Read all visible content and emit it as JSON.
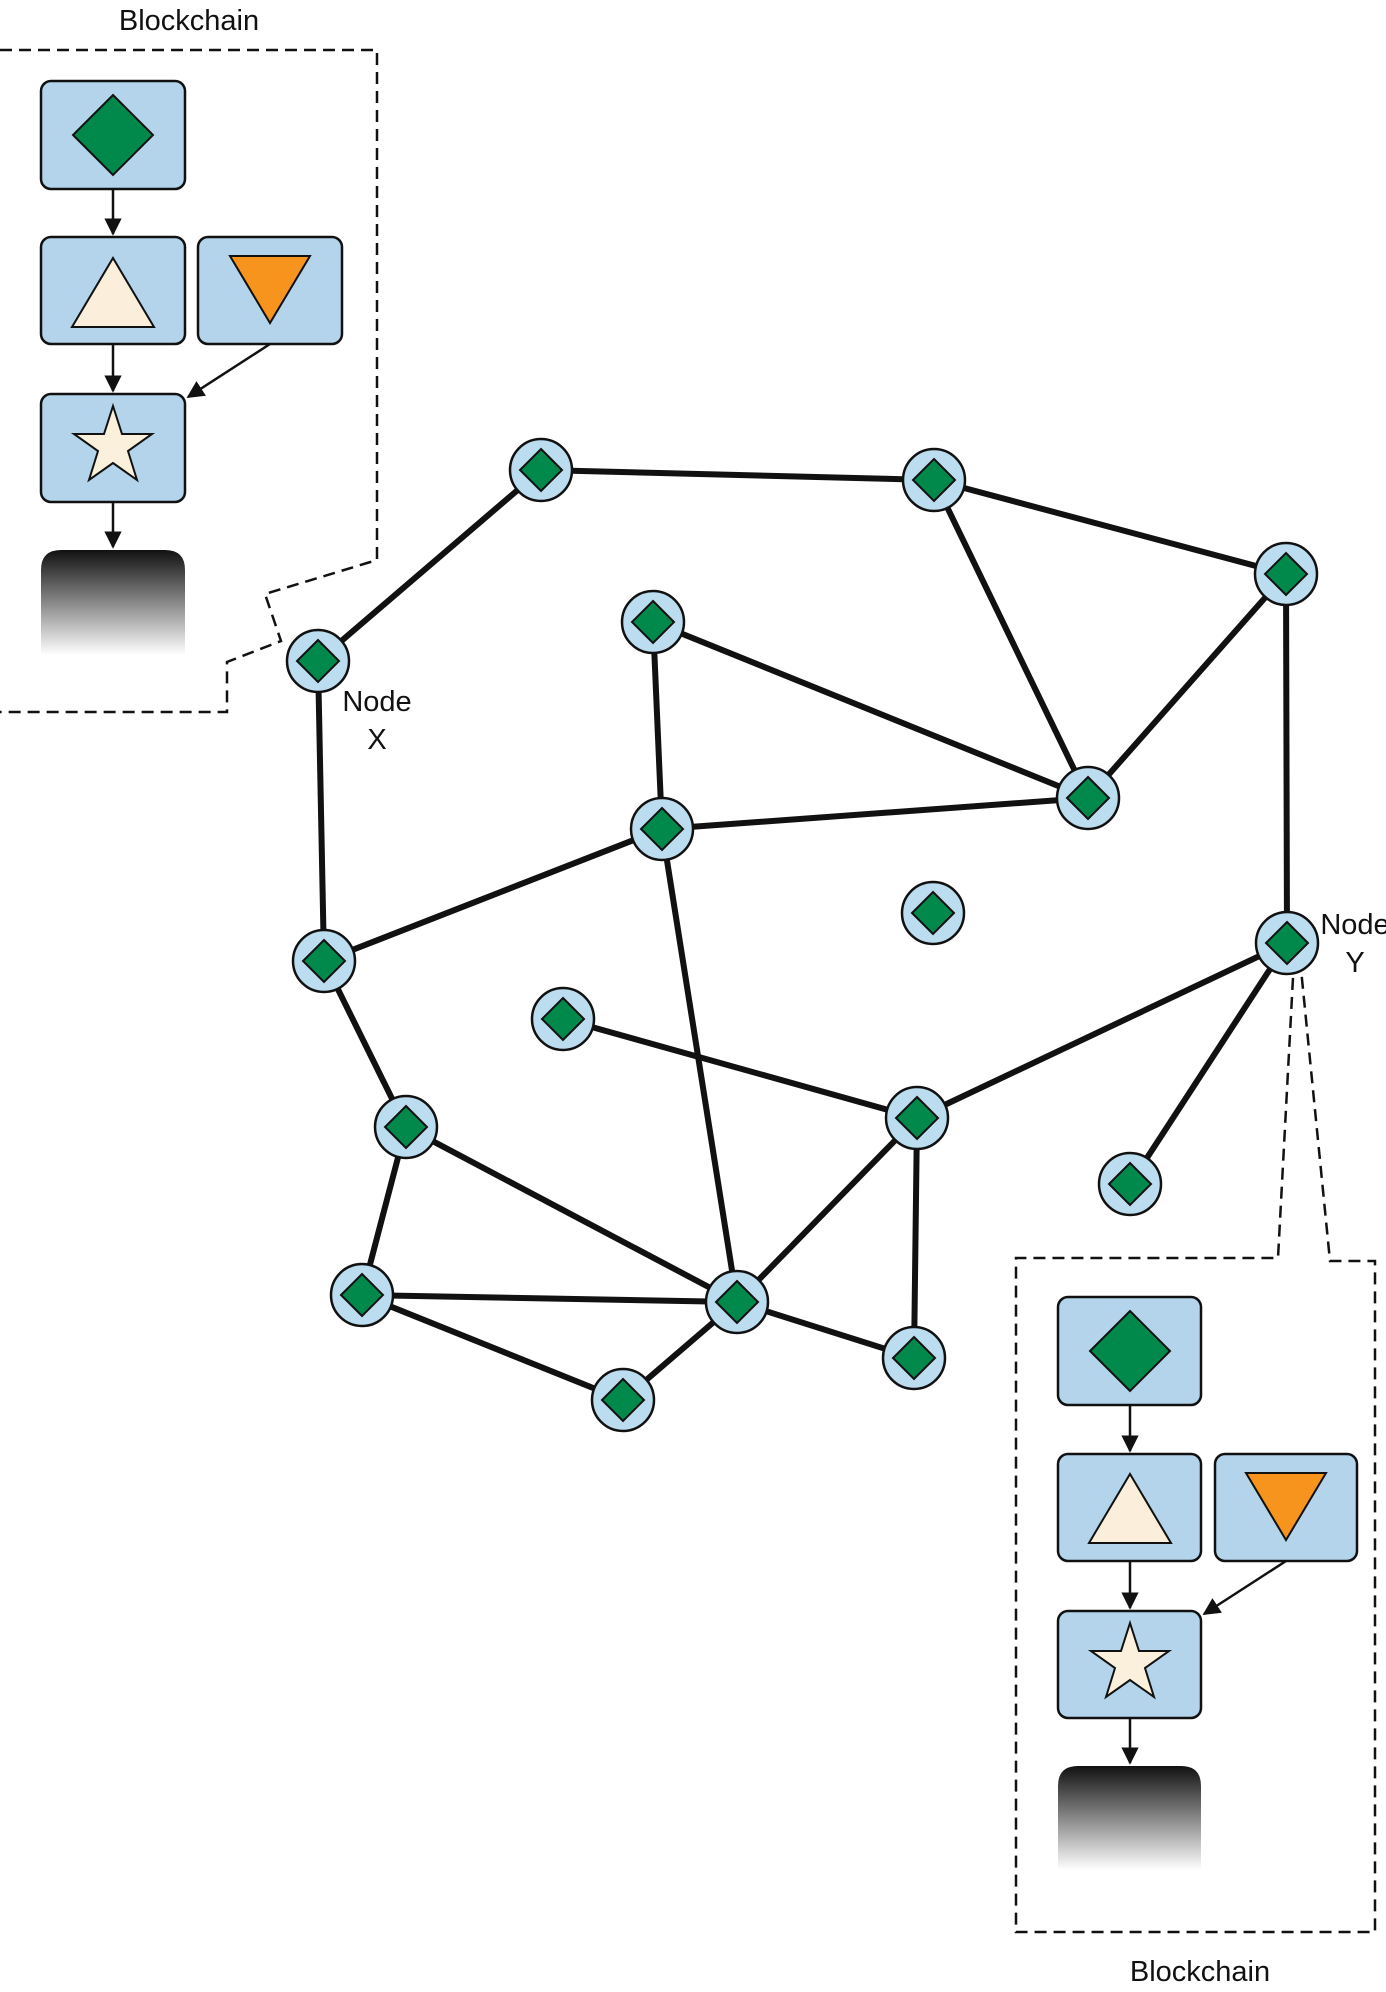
{
  "colors": {
    "block_fill": "#b3d4ea",
    "block_stroke": "#111111",
    "node_fill": "#bcdcef",
    "diamond": "#00894a",
    "triangle_up": "#fbeedb",
    "triangle_down": "#f7941d",
    "star": "#fbf0dc",
    "edge": "#111111"
  },
  "labels": {
    "blockchain_top": "Blockchain",
    "blockchain_bottom": "Blockchain",
    "node_x": [
      "Node",
      "X"
    ],
    "node_y": [
      "Node",
      "Y"
    ]
  },
  "blockchain_blocks": [
    {
      "id": "genesis",
      "symbol": "diamond-icon"
    },
    {
      "id": "main",
      "symbol": "triangle-up-icon"
    },
    {
      "id": "orphan",
      "symbol": "triangle-down-icon"
    },
    {
      "id": "tip",
      "symbol": "star-icon"
    },
    {
      "id": "continuation",
      "symbol": "gradient-fade"
    }
  ],
  "network": {
    "nodes": [
      "n1",
      "n2",
      "n3",
      "x",
      "n5",
      "n6",
      "n7",
      "n8",
      "n9",
      "y",
      "n11",
      "n12",
      "n13",
      "n14",
      "n15",
      "n16",
      "n17",
      "n18"
    ],
    "edges": [
      [
        "x",
        "n1"
      ],
      [
        "n1",
        "n2"
      ],
      [
        "n2",
        "n3"
      ],
      [
        "n2",
        "n6"
      ],
      [
        "n3",
        "n6"
      ],
      [
        "n3",
        "y"
      ],
      [
        "n5",
        "n6"
      ],
      [
        "n5",
        "n7"
      ],
      [
        "n7",
        "n6"
      ],
      [
        "n7",
        "n9"
      ],
      [
        "n7",
        "n15"
      ],
      [
        "x",
        "n9"
      ],
      [
        "n9",
        "n12"
      ],
      [
        "n12",
        "n14"
      ],
      [
        "n12",
        "n15"
      ],
      [
        "n14",
        "n15"
      ],
      [
        "n14",
        "n17"
      ],
      [
        "n17",
        "n15"
      ],
      [
        "n15",
        "n18"
      ],
      [
        "n15",
        "n13"
      ],
      [
        "n13",
        "n11"
      ],
      [
        "n13",
        "y"
      ],
      [
        "n13",
        "n18"
      ],
      [
        "y",
        "n16"
      ]
    ]
  }
}
